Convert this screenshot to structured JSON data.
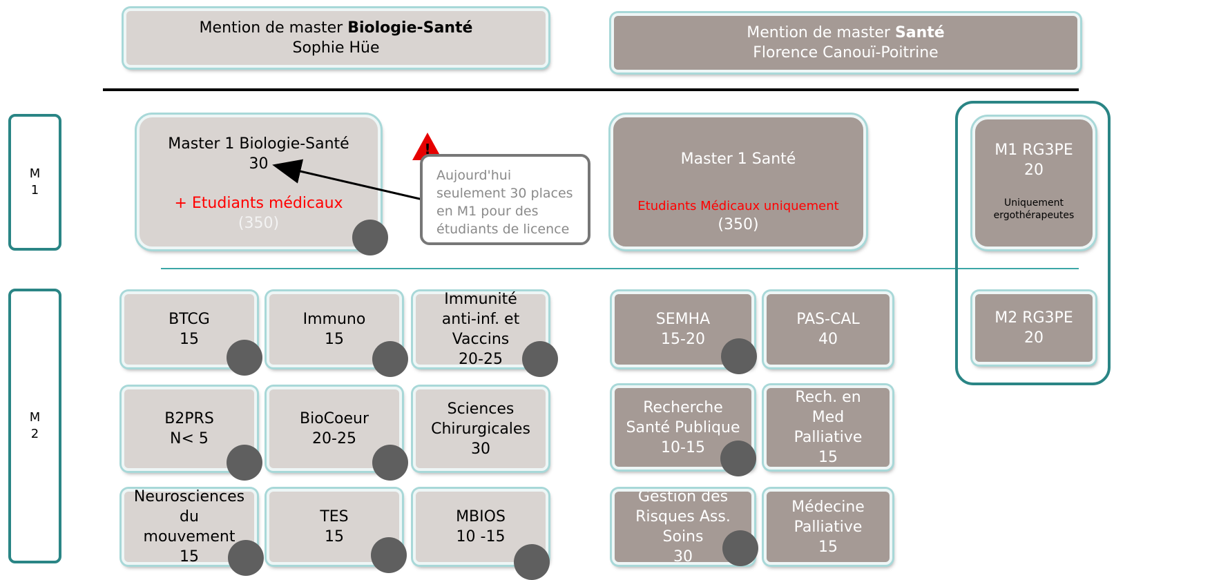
{
  "headers": {
    "bio": {
      "prefix": "Mention de master ",
      "bold": "Biologie-Santé",
      "person": "Sophie Hüe"
    },
    "sante": {
      "prefix": "Mention de master ",
      "bold": "Santé",
      "person": "Florence Canouï-Poitrine"
    }
  },
  "levels": {
    "m1": [
      "M",
      "1"
    ],
    "m2": [
      "M",
      "2"
    ]
  },
  "m1": {
    "bio": {
      "title": "Master 1 Biologie-Santé",
      "count": "30",
      "extra": "+ Etudiants médicaux",
      "extra_count": "(350)"
    },
    "warning": {
      "symbol": "!",
      "text": "Aujourd'hui seulement 30 places en M1 pour des étudiants de licence"
    },
    "sante": {
      "title": "Master 1 Santé",
      "note": "Etudiants Médicaux uniquement",
      "count": "(350)"
    },
    "rg3pe": {
      "title": "M1 RG3PE",
      "count": "20",
      "note": [
        "Uniquement",
        "ergothérapeutes"
      ]
    }
  },
  "m2": {
    "bio": [
      {
        "lines": [
          "BTCG",
          "15"
        ]
      },
      {
        "lines": [
          "Immuno",
          "15"
        ]
      },
      {
        "lines": [
          "Immunité",
          "anti-inf. et",
          "Vaccins",
          "20-25"
        ]
      },
      {
        "lines": [
          "B2PRS",
          "N< 5"
        ]
      },
      {
        "lines": [
          "BioCoeur",
          "20-25"
        ]
      },
      {
        "lines": [
          "Sciences",
          "Chirurgicales",
          "30"
        ]
      },
      {
        "lines": [
          "Neurosciences",
          "du",
          "mouvement",
          "15"
        ]
      },
      {
        "lines": [
          "TES",
          "15"
        ]
      },
      {
        "lines": [
          "MBIOS",
          "10 -15"
        ]
      }
    ],
    "sante": [
      {
        "lines": [
          "SEMHA",
          "15-20"
        ]
      },
      {
        "lines": [
          "PAS-CAL",
          "40"
        ]
      },
      {
        "lines": [
          "Recherche",
          "Santé Publique",
          "10-15"
        ]
      },
      {
        "lines": [
          "Rech. en",
          "Med",
          "Palliative",
          "15"
        ]
      },
      {
        "lines": [
          "Gestion des",
          "Risques Ass.",
          "Soins",
          "30"
        ]
      },
      {
        "lines": [
          "Médecine",
          "Palliative",
          "15"
        ]
      }
    ],
    "rg3pe": {
      "lines": [
        "M2 RG3PE",
        "20"
      ]
    }
  },
  "colors": {
    "bio_fill": "#d9d4d1",
    "sante_fill": "#a59a95",
    "accent_teal": "#2a8585",
    "alert_red": "#ff0000",
    "dot_gray": "#5f5f5f"
  }
}
